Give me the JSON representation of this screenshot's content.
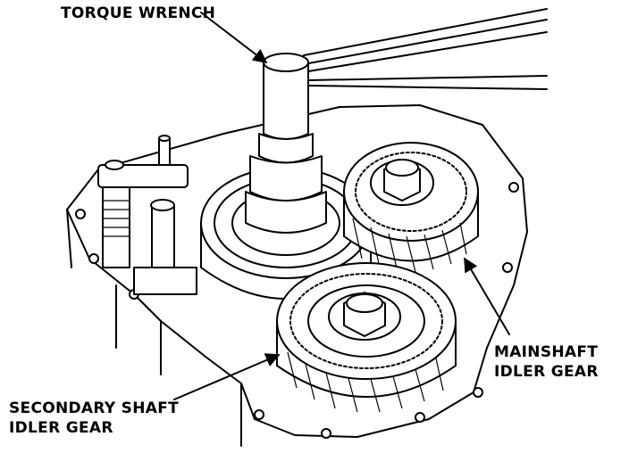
{
  "labels": {
    "torque_wrench": "TORQUE WRENCH",
    "mainshaft_line1": "MAINSHAFT",
    "mainshaft_line2": "IDLER GEAR",
    "secondary_line1": "SECONDARY SHAFT",
    "secondary_line2": "IDLER GEAR"
  },
  "icons": {
    "leader_arrow": "arrowhead"
  }
}
